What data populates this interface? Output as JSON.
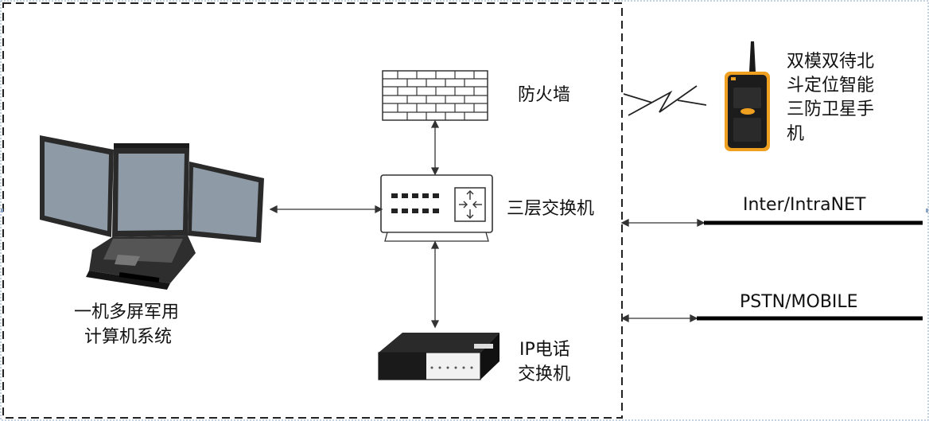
{
  "labels": {
    "firewall": "防火墙",
    "l3switch": "三层交换机",
    "ippbx_line1": "IP电话",
    "ippbx_line2": "交换机",
    "computer_line1": "一机多屏军用",
    "computer_line2": "计算机系统",
    "phone_line1": "双模双待北",
    "phone_line2": "斗定位智能",
    "phone_line3": "三防卫星手",
    "phone_line4": "机",
    "internet": "Inter/IntraNET",
    "pstn": "PSTN/MOBILE"
  },
  "colors": {
    "line": "#333333",
    "text": "#111111",
    "phone_body": "#1c1c1c",
    "phone_accent": "#f0a020",
    "screen": "#8e9aa6"
  },
  "icons": [
    "firewall-icon",
    "layer3-switch-icon",
    "ip-pbx-icon",
    "rugged-laptop-icon",
    "satellite-phone-icon",
    "wireless-link-icon"
  ]
}
